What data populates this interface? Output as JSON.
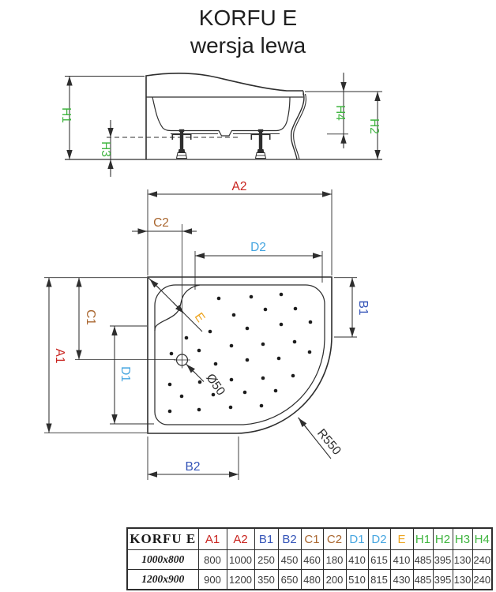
{
  "title": {
    "line1": "KORFU E",
    "line2": "wersja lewa"
  },
  "colors": {
    "red": "#c8231e",
    "dark_blue": "#3353b7",
    "brown": "#a9662f",
    "light_blue": "#45a5e0",
    "orange": "#eda41f",
    "green": "#3fb53f",
    "ink": "#2e2e2e"
  },
  "diagram": {
    "labels": {
      "a1": "A1",
      "a2": "A2",
      "b1": "B1",
      "b2": "B2",
      "c1": "C1",
      "c2": "C2",
      "d1": "D1",
      "d2": "D2",
      "e": "E",
      "h1": "H1",
      "h2": "H2",
      "h3": "H3",
      "h4": "H4",
      "radius": "R550",
      "drain_diameter": "Ø50"
    }
  },
  "table": {
    "header": [
      "KORFU E",
      "A1",
      "A2",
      "B1",
      "B2",
      "C1",
      "C2",
      "D1",
      "D2",
      "E",
      "H1",
      "H2",
      "H3",
      "H4"
    ],
    "rows": [
      {
        "model": "1000x800",
        "values": [
          "800",
          "1000",
          "250",
          "450",
          "460",
          "180",
          "410",
          "615",
          "410",
          "485",
          "395",
          "130",
          "240"
        ]
      },
      {
        "model": "1200x900",
        "values": [
          "900",
          "1200",
          "350",
          "650",
          "480",
          "200",
          "510",
          "815",
          "430",
          "485",
          "395",
          "130",
          "240"
        ]
      }
    ]
  }
}
